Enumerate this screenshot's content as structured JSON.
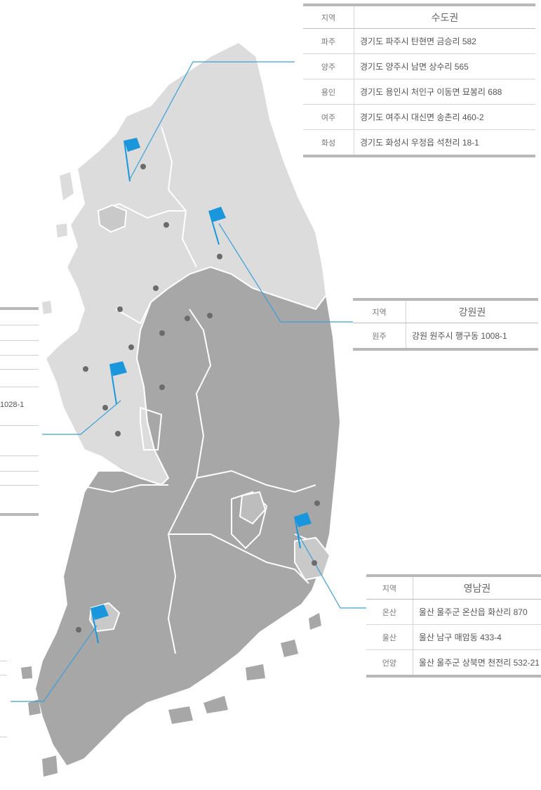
{
  "capital_table": {
    "header": {
      "col1": "지역",
      "col2": "수도권"
    },
    "rows": [
      {
        "region": "파주",
        "address": "경기도 파주시 탄현면 금승리 582"
      },
      {
        "region": "양주",
        "address": "경기도 양주시 남면 상수리 565"
      },
      {
        "region": "용인",
        "address": "경기도 용인시 처인구 이동면 묘봉리 688"
      },
      {
        "region": "여주",
        "address": "경기도 여주시 대신면 송촌리 460-2"
      },
      {
        "region": "화성",
        "address": "경기도 화성시 우정읍 석천리 18-1"
      }
    ]
  },
  "gangwon_table": {
    "header": {
      "col1": "지역",
      "col2": "강원권"
    },
    "rows": [
      {
        "region": "원주",
        "address": "강원 원주시 행구동 1008-1"
      }
    ]
  },
  "yeongnam_table": {
    "header": {
      "col1": "지역",
      "col2": "영남권"
    },
    "rows": [
      {
        "region": "온산",
        "address": "울산 울주군 온산읍 화산리 870"
      },
      {
        "region": "울산",
        "address": "울산 남구 매암동 433-4"
      },
      {
        "region": "언양",
        "address": "울산 울주군 상북면 천전리 532-21"
      }
    ]
  },
  "chungcheong_partial": {
    "visible_text": "1028-1"
  },
  "colors": {
    "sea_background": "#ffffff",
    "land_light": "#dcdcdc",
    "land_dark": "#a7a7a7",
    "highlight_city": "#c9c9c9",
    "border": "#ffffff",
    "flag": "#1a96dc",
    "leader_line": "#3aa0d8",
    "marker_dot": "#6b6b6b"
  }
}
